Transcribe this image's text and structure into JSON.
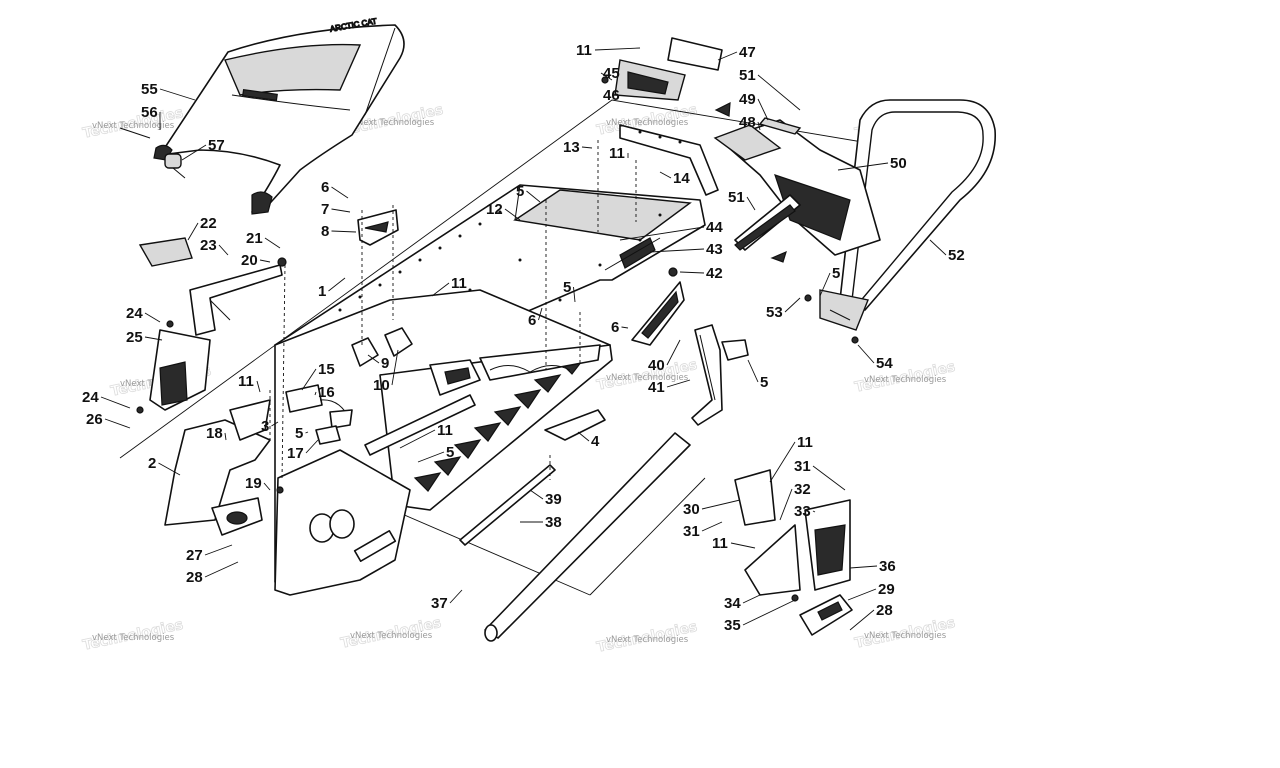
{
  "watermark": {
    "text": "vNext Technologies",
    "ghost_text": "Technologies"
  },
  "callouts": [
    "1",
    "2",
    "3",
    "4",
    "5",
    "5",
    "5",
    "5",
    "5",
    "5",
    "6",
    "6",
    "6",
    "7",
    "8",
    "9",
    "10",
    "11",
    "11",
    "11",
    "11",
    "11",
    "11",
    "11",
    "12",
    "13",
    "14",
    "15",
    "16",
    "17",
    "18",
    "19",
    "20",
    "21",
    "22",
    "23",
    "24",
    "24",
    "25",
    "26",
    "27",
    "28",
    "28",
    "29",
    "30",
    "31",
    "31",
    "32",
    "33",
    "34",
    "35",
    "36",
    "37",
    "38",
    "39",
    "40",
    "41",
    "42",
    "43",
    "44",
    "45",
    "46",
    "47",
    "48",
    "49",
    "50",
    "51",
    "51",
    "52",
    "53",
    "54",
    "55",
    "56",
    "57"
  ]
}
